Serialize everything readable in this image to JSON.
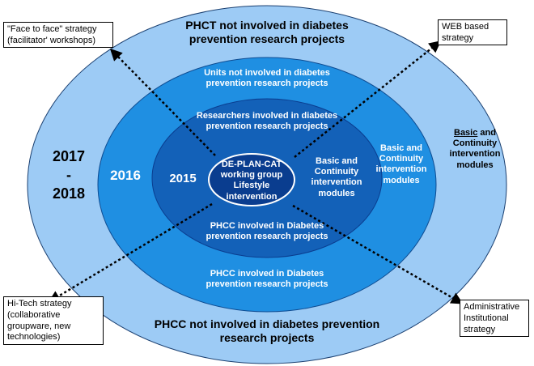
{
  "colors": {
    "outer_ring": "#9dcbf5",
    "ring_2016": "#1f8fe2",
    "ring_2015": "#1361b8",
    "center": "#0a3d8f",
    "connector": "#000000"
  },
  "rings": {
    "outer_top": "PHCT not involved in diabetes prevention research projects",
    "outer_bottom": "PHCC not involved in diabetes prevention research projects",
    "outer_years": [
      "2017",
      "-",
      "2018"
    ],
    "outer_right_underlined": "Basic",
    "outer_right_rest": "and Continuity intervention modules",
    "ring2016_top": "Units not involved in diabetes prevention research projects",
    "ring2016_bottom": "PHCC involved in Diabetes prevention research projects",
    "ring2016_year": "2016",
    "ring2016_right": "Basic and Continuity intervention modules",
    "ring2015_top": "Researchers involved in diabetes prevention research projects",
    "ring2015_bottom": "PHCC involved in Diabetes prevention research projects",
    "ring2015_year": "2015",
    "ring2015_right": "Basic and Continuity intervention modules",
    "center": "DE-PLAN-CAT working group Lifestyle intervention"
  },
  "strategies": {
    "top_left": "\"Face to face\" strategy (facilitator' workshops)",
    "top_right": "WEB based strategy",
    "bottom_left": "Hi-Tech strategy (collaborative groupware, new technologies)",
    "bottom_right": "Administrative Institutional strategy"
  }
}
